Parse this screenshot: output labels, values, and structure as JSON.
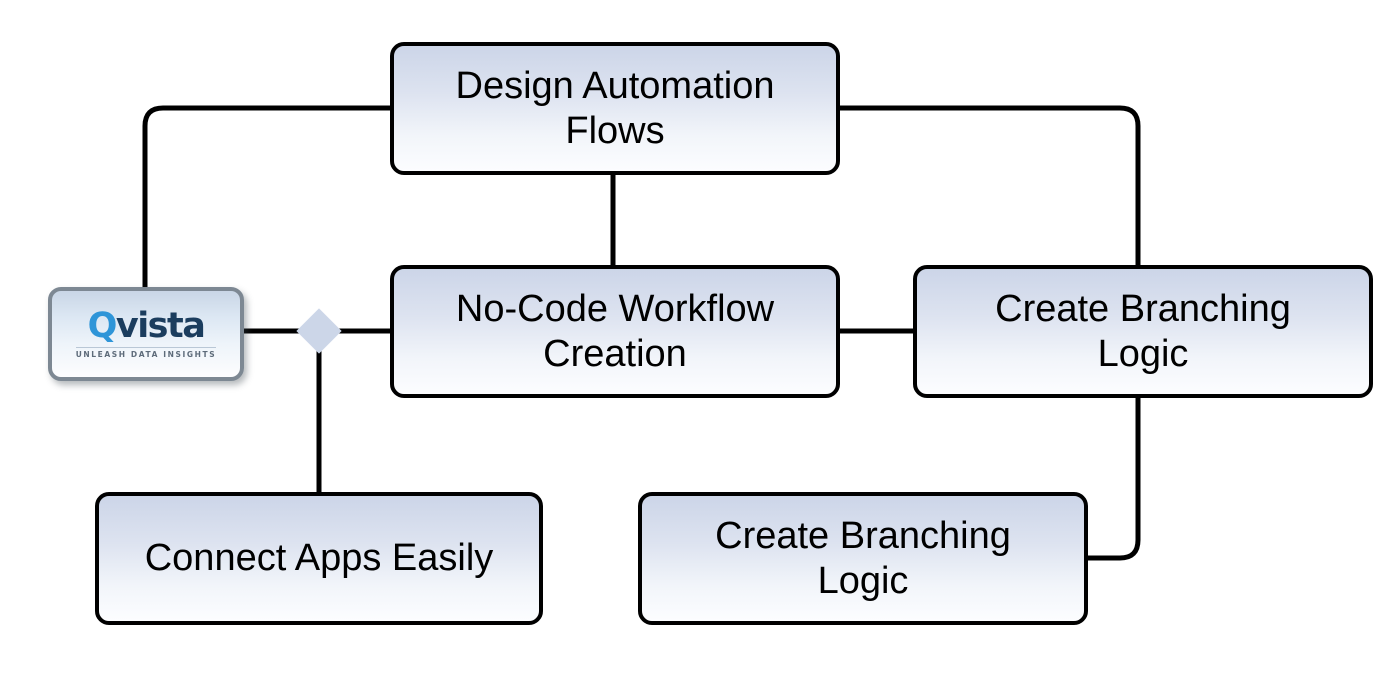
{
  "diagram": {
    "type": "flow-diagram",
    "background_color": "#ffffff",
    "node_border_color": "#000000",
    "node_fill_top": "#ccd5e8",
    "node_fill_bottom": "#fcfdff",
    "edge_color": "#000000",
    "junction_color": "#ccd6e8",
    "nodes": [
      {
        "id": "design-automation-flows",
        "label": "Design Automation\nFlows"
      },
      {
        "id": "nocode-workflow-creation",
        "label": "No-Code Workflow\nCreation"
      },
      {
        "id": "create-branching-logic-right",
        "label": "Create Branching\nLogic"
      },
      {
        "id": "connect-apps-easily",
        "label": "Connect Apps Easily"
      },
      {
        "id": "create-branching-logic-bottom",
        "label": "Create Branching\nLogic"
      }
    ],
    "logo": {
      "brand_first": "Q",
      "brand_rest": "vista",
      "tagline": "UNLEASH DATA INSIGHTS",
      "brand_first_color": "#2e95d8",
      "brand_rest_color": "#1b3d5e",
      "border_color": "#7d8893"
    },
    "junction": {
      "id": "junction-diamond",
      "shape": "diamond"
    },
    "edges": [
      {
        "from": "design-automation-flows",
        "to": "qvista-logo",
        "route": "left-then-down"
      },
      {
        "from": "design-automation-flows",
        "to": "nocode-workflow-creation",
        "route": "vertical"
      },
      {
        "from": "design-automation-flows",
        "to": "create-branching-logic-right",
        "route": "right-then-down"
      },
      {
        "from": "qvista-logo",
        "to": "junction-diamond",
        "route": "horizontal"
      },
      {
        "from": "junction-diamond",
        "to": "nocode-workflow-creation",
        "route": "horizontal"
      },
      {
        "from": "junction-diamond",
        "to": "connect-apps-easily",
        "route": "vertical"
      },
      {
        "from": "nocode-workflow-creation",
        "to": "create-branching-logic-right",
        "route": "horizontal"
      },
      {
        "from": "create-branching-logic-right",
        "to": "create-branching-logic-bottom",
        "route": "down-then-left"
      }
    ]
  }
}
